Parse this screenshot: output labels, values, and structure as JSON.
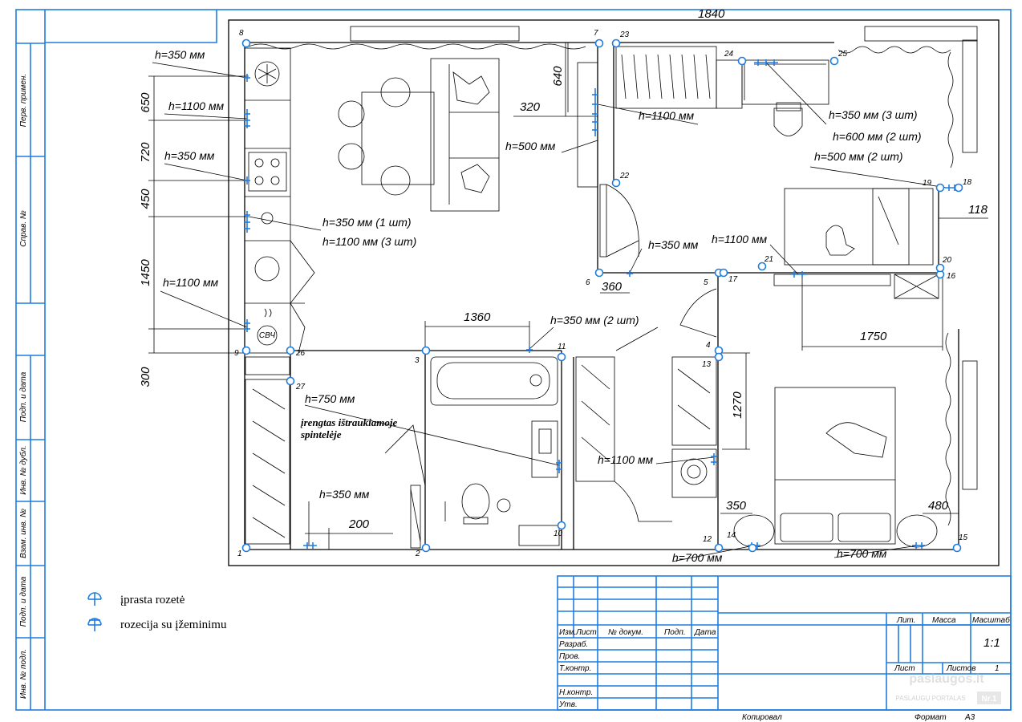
{
  "sidebar_labels": [
    "Перв. примен.",
    "Справ. №",
    "Подп. и дата",
    "Инв. № дубл.",
    "Взам. инв. №",
    "Подп. и дата",
    "Инв. № подл."
  ],
  "top_dimension": "1840",
  "left_dimensions": [
    "650",
    "720",
    "450",
    "1450",
    "300"
  ],
  "height_labels": {
    "h350_top": "h=350 мм",
    "h1100_a": "h=1100 мм",
    "h350_b": "h=350 мм",
    "h350_1": "h=350 мм (1 шт)",
    "h1100_3": "h=1100 мм (3 шт)",
    "h1100_b": "h=1100 мм",
    "h500": "h=500 мм",
    "h1100_hall": "h=1100 мм",
    "h350_3": "h=350 мм (3 шт)",
    "h600_2": "h=600 мм (2 шт)",
    "h500_2": "h=500 мм (2 шт)",
    "h350_mid": "h=350 мм",
    "h1100_mid": "h=1100 мм",
    "h350_2": "h=350 мм (2 шт)",
    "h750": "h=750 мм",
    "h1100_bath": "h=1100 мм",
    "h350_low": "h=350 мм",
    "h700_a": "h=700 мм",
    "h700_b": "h=700 мм"
  },
  "dims": {
    "d640": "640",
    "d320": "320",
    "d1360": "1360",
    "d360": "360",
    "d118": "118",
    "d1750": "1750",
    "d1270": "1270",
    "d350": "350",
    "d480": "480",
    "d200": "200"
  },
  "note_lines": [
    "įrengtas ištraukiamoje",
    "spintelėje"
  ],
  "node_numbers": [
    "1",
    "2",
    "3",
    "4",
    "5",
    "6",
    "7",
    "8",
    "9",
    "10",
    "11",
    "12",
    "13",
    "14",
    "15",
    "16",
    "17",
    "18",
    "19",
    "20",
    "21",
    "22",
    "23",
    "24",
    "25",
    "26",
    "27"
  ],
  "appliance_label": "СВЧ",
  "legend": {
    "item1": "įprasta rozetė",
    "item2": "rozecija su įžeminimu"
  },
  "title_block": {
    "cols": [
      "Изм.",
      "Лист",
      "№ докум.",
      "Подп.",
      "Дата"
    ],
    "rows": [
      "Разраб.",
      "Пров.",
      "Т.контр.",
      "Н.контр.",
      "Утв."
    ],
    "lit": "Лит.",
    "massa": "Масса",
    "masshtab": "Масштаб",
    "scale_value": "1:1",
    "list": "Лист",
    "listov": "Листов",
    "listov_value": "1",
    "kopiroval": "Копировал",
    "format": "Формат",
    "format_value": "A3"
  },
  "watermark": {
    "brand": "paslaugos.lt",
    "sub": "PASLAUGŲ PORTALAS",
    "badge": "Nr.1"
  },
  "colors": {
    "accent": "#1f7de0",
    "ink": "#000000"
  }
}
